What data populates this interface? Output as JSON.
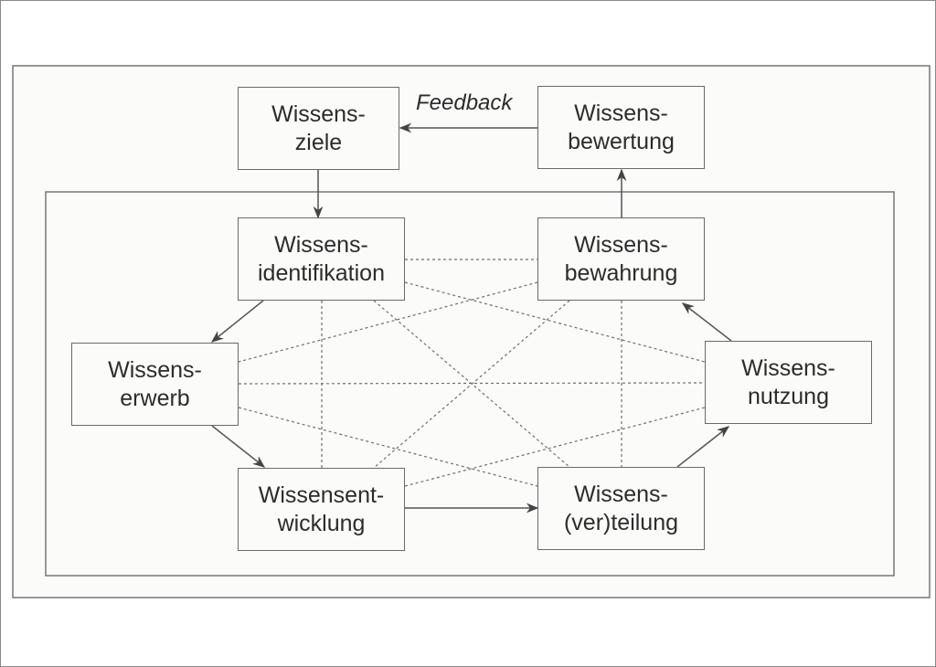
{
  "diagram": {
    "title": "Bausteine des Wissensmanagements",
    "feedback_label": "Feedback",
    "nodes": {
      "ziele": {
        "line1": "Wissens-",
        "line2": "ziele"
      },
      "bewertung": {
        "line1": "Wissens-",
        "line2": "bewertung"
      },
      "identifikation": {
        "line1": "Wissens-",
        "line2": "identifikation"
      },
      "bewahrung": {
        "line1": "Wissens-",
        "line2": "bewahrung"
      },
      "erwerb": {
        "line1": "Wissens-",
        "line2": "erwerb"
      },
      "nutzung": {
        "line1": "Wissens-",
        "line2": "nutzung"
      },
      "entwicklung": {
        "line1": "Wissensent-",
        "line2": "wicklung"
      },
      "verteilung": {
        "line1": "Wissens-",
        "line2": "(ver)teilung"
      }
    },
    "edges": [
      {
        "from": "ziele",
        "to": "identifikation",
        "style": "solid",
        "arrow": true
      },
      {
        "from": "identifikation",
        "to": "erwerb",
        "style": "solid",
        "arrow": true
      },
      {
        "from": "erwerb",
        "to": "entwicklung",
        "style": "solid",
        "arrow": true
      },
      {
        "from": "entwicklung",
        "to": "verteilung",
        "style": "solid",
        "arrow": true
      },
      {
        "from": "verteilung",
        "to": "nutzung",
        "style": "solid",
        "arrow": true
      },
      {
        "from": "nutzung",
        "to": "bewahrung",
        "style": "solid",
        "arrow": true
      },
      {
        "from": "bewahrung",
        "to": "bewertung",
        "style": "solid",
        "arrow": true
      },
      {
        "from": "bewertung",
        "to": "ziele",
        "style": "solid",
        "arrow": true,
        "label": "Feedback"
      },
      {
        "from": "identifikation",
        "to": "bewahrung",
        "style": "dashed"
      },
      {
        "from": "identifikation",
        "to": "nutzung",
        "style": "dashed"
      },
      {
        "from": "identifikation",
        "to": "entwicklung",
        "style": "dashed"
      },
      {
        "from": "identifikation",
        "to": "verteilung",
        "style": "dashed"
      },
      {
        "from": "bewahrung",
        "to": "erwerb",
        "style": "dashed"
      },
      {
        "from": "bewahrung",
        "to": "entwicklung",
        "style": "dashed"
      },
      {
        "from": "bewahrung",
        "to": "verteilung",
        "style": "dashed"
      },
      {
        "from": "erwerb",
        "to": "nutzung",
        "style": "dashed"
      },
      {
        "from": "erwerb",
        "to": "verteilung",
        "style": "dashed"
      },
      {
        "from": "entwicklung",
        "to": "nutzung",
        "style": "dashed"
      }
    ],
    "colors": {
      "line": "#555555",
      "dashed": "#6e6e6e",
      "text": "#2c2c2c",
      "frame": "#6a6a6a"
    }
  }
}
